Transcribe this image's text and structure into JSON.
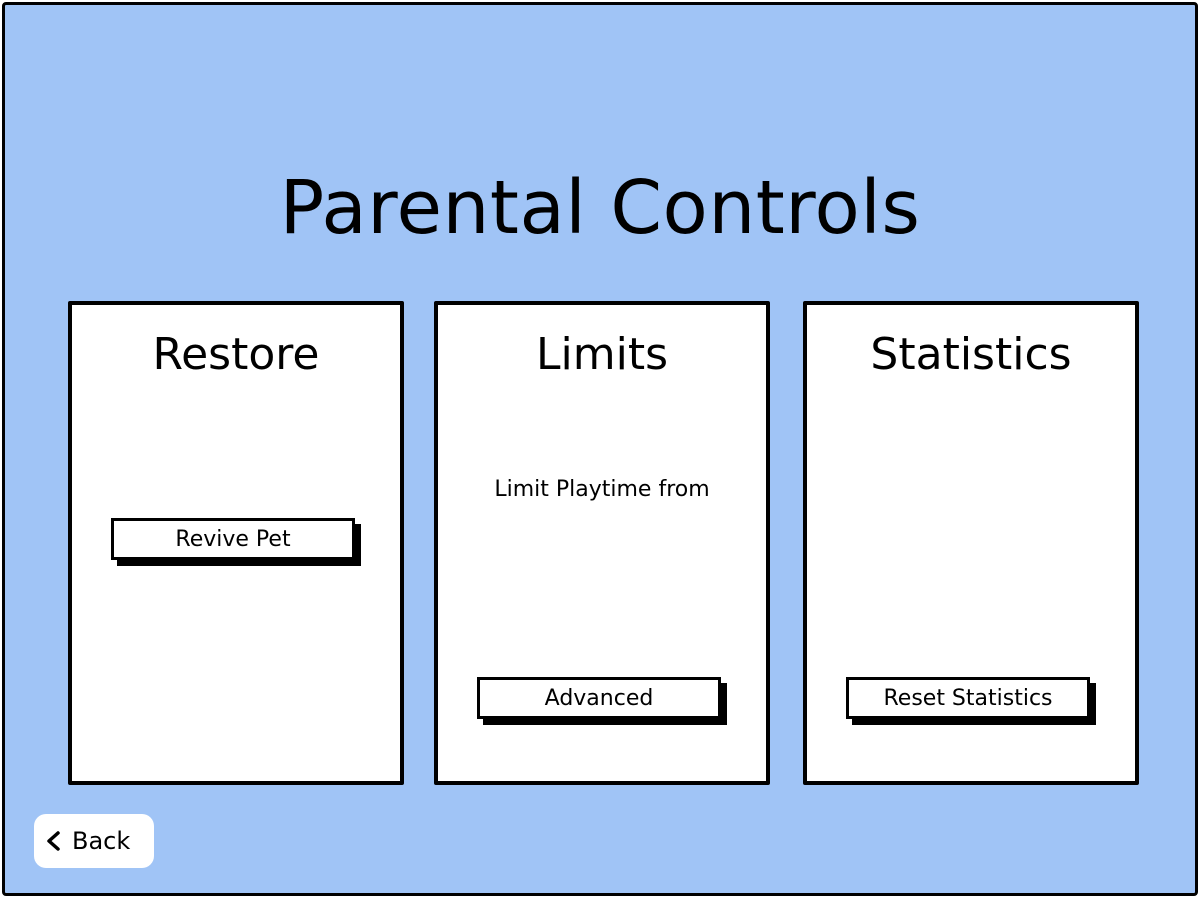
{
  "page": {
    "title": "Parental Controls"
  },
  "panels": {
    "restore": {
      "title": "Restore",
      "button_label": "Revive Pet"
    },
    "limits": {
      "title": "Limits",
      "text": "Limit Playtime from",
      "button_label": "Advanced"
    },
    "statistics": {
      "title": "Statistics",
      "button_label": "Reset Statistics"
    }
  },
  "navigation": {
    "back_label": "Back",
    "back_icon": "chevron-left-icon"
  },
  "colors": {
    "background": "#a0c4f6",
    "panel": "#ffffff",
    "outline": "#000000"
  }
}
